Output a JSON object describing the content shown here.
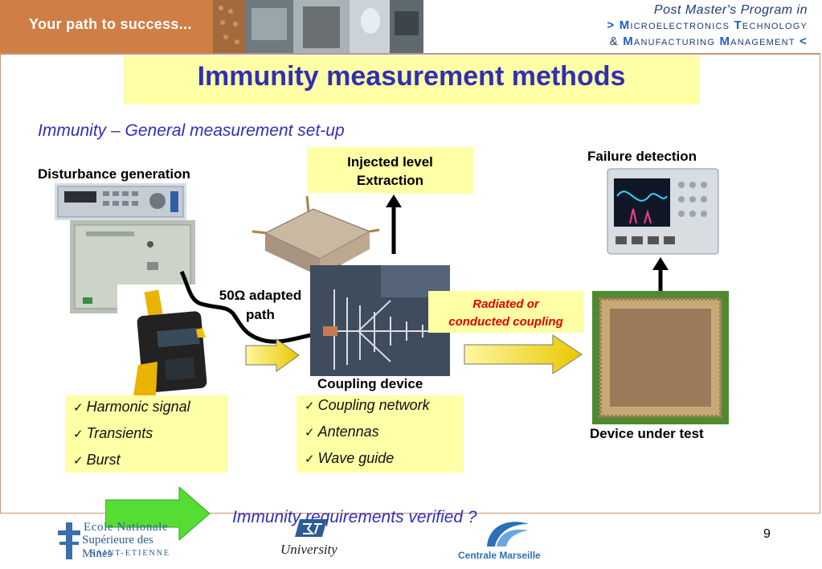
{
  "header": {
    "tagline": "Your path to success...",
    "program_line1": "Post Master's Program in",
    "program_line2_prefix": ">",
    "program_line2_cap1": "M",
    "program_line2_rest1": "icroelectronics",
    "program_line2_cap2": "T",
    "program_line2_rest2": "echnology",
    "program_line3_prefix": "&",
    "program_line3_cap1": "M",
    "program_line3_rest1": "anufacturing",
    "program_line3_cap2": "M",
    "program_line3_rest2": "anagement",
    "program_line3_suffix": "<"
  },
  "slide": {
    "title": "Immunity measurement methods",
    "subtitle": "Immunity – General measurement set-up",
    "disturbance_label": "Disturbance generation",
    "injected_line1": "Injected level",
    "injected_line2": "Extraction",
    "failure_label": "Failure detection",
    "path_line1": "50Ω adapted",
    "path_line2": "path",
    "coupling_line1": "Radiated or",
    "coupling_line2": "conducted coupling",
    "coupling_device_label": "Coupling device",
    "dut_label": "Device under test",
    "disturbance_list": [
      "Harmonic signal",
      "Transients",
      "Burst"
    ],
    "coupling_list": [
      "Coupling network",
      "Antennas",
      "Wave guide"
    ],
    "verify_text": "Immunity requirements verified ?",
    "page_number": "9"
  },
  "footer": {
    "logo1_line1": "Ecole Nationale",
    "logo1_line2": "Supérieure des Mines",
    "logo1_line3": "SAINT-ETIENNE",
    "logo2_text": "University",
    "logo3_text": "Centrale Marseille"
  },
  "colors": {
    "header_orange": "#cf7e45",
    "title_blue": "#2f2fb4",
    "highlight_yellow": "#ffffa6",
    "coupling_red": "#e00000"
  }
}
